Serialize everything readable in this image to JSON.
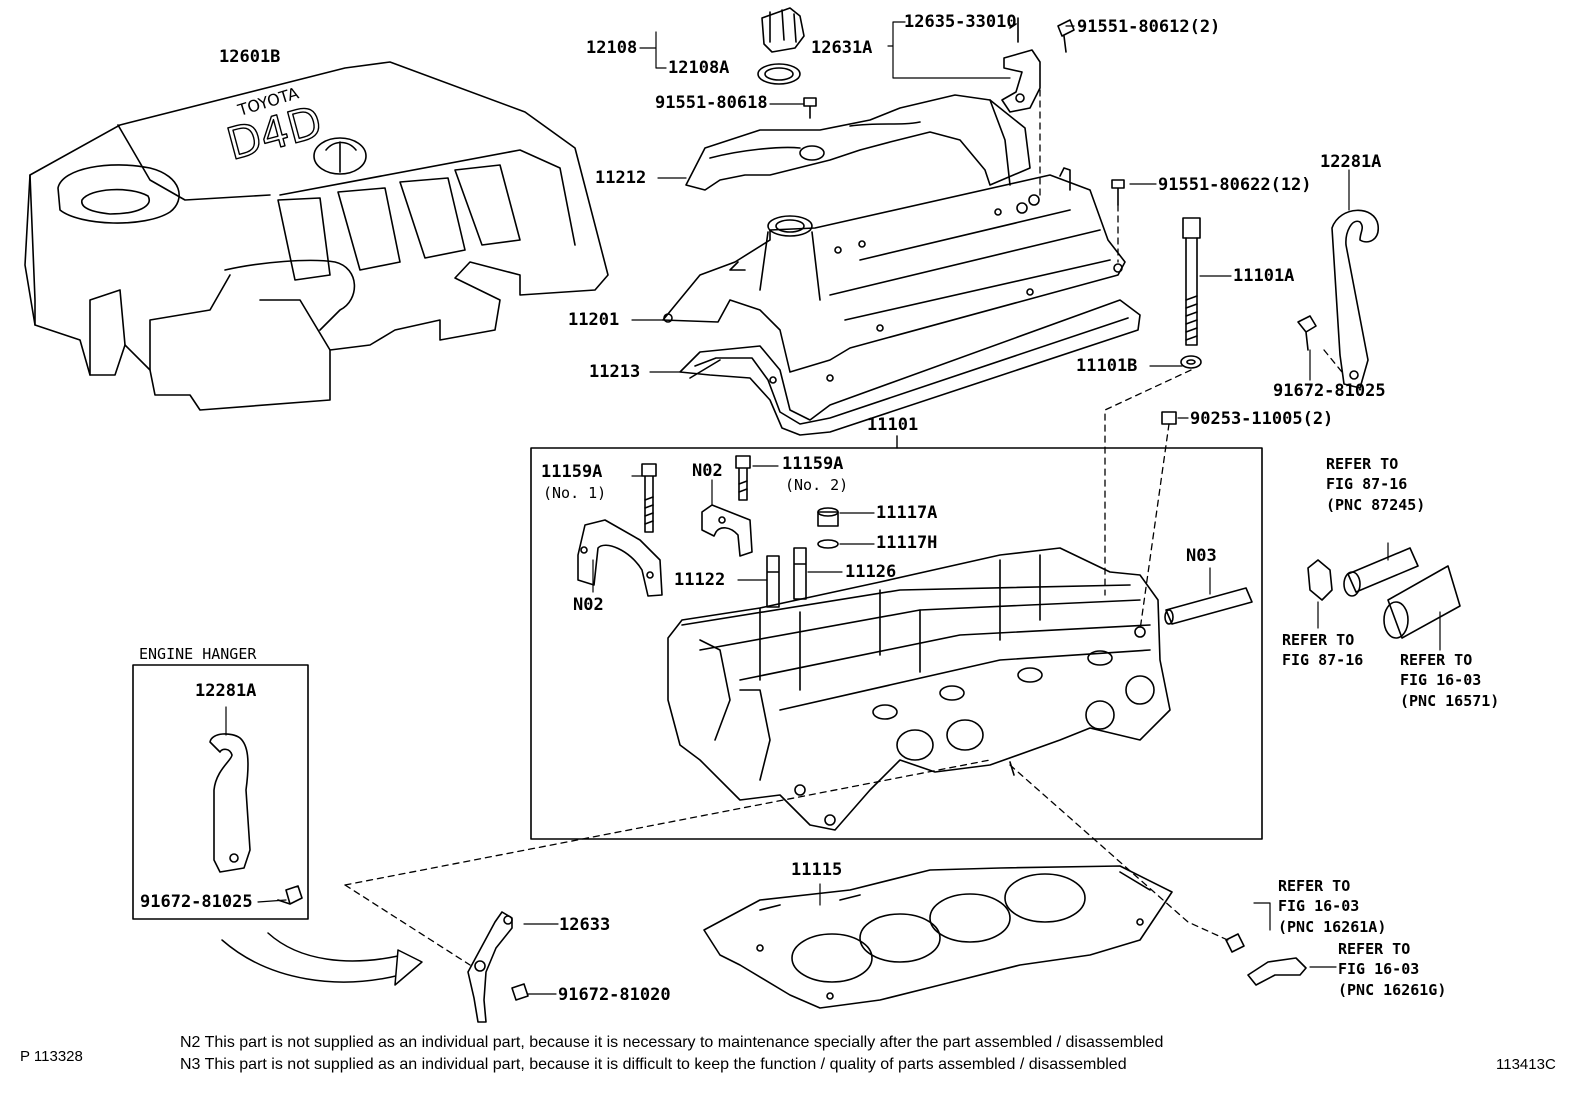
{
  "parts": {
    "p12601B": "12601B",
    "p12108": "12108",
    "p12108A": "12108A",
    "p12631A": "12631A",
    "p12635": "12635-33010",
    "p91551_80612": "91551-80612(2)",
    "p91551_80618": "91551-80618",
    "p11212": "11212",
    "p91551_80622": "91551-80622(12)",
    "p12281A_top": "12281A",
    "p11101A": "11101A",
    "p11201": "11201",
    "p11101B": "11101B",
    "p91672_81025_top": "91672-81025",
    "p11213": "11213",
    "p90253": "90253-11005(2)",
    "p11101": "11101",
    "p11159A_1": "11159A",
    "no1": "(No. 1)",
    "pN02_a": "N02",
    "p11159A_2": "11159A",
    "no2": "(No. 2)",
    "p11117A": "11117A",
    "p11117H": "11117H",
    "p11122": "11122",
    "p11126": "11126",
    "pN02_b": "N02",
    "pN03": "N03",
    "p12281A_box": "12281A",
    "p91672_81025_box": "91672-81025",
    "p11115": "11115",
    "p12633": "12633",
    "p91672_81020": "91672-81020"
  },
  "refs": {
    "r87_16_top": "REFER TO\nFIG 87-16\n(PNC 87245)",
    "r87_16": "REFER TO\nFIG 87-16",
    "r16_03_16571": "REFER TO\nFIG 16-03\n(PNC 16571)",
    "r16_03_16261A": "REFER TO\nFIG 16-03\n(PNC 16261A)",
    "r16_03_16261G": "REFER TO\nFIG 16-03\n(PNC 16261G)"
  },
  "engine_hanger_title": "ENGINE HANGER",
  "cover_text": {
    "brand": "TOYOTA",
    "model": "D4D"
  },
  "footnotes": {
    "n2": "N2  This part is not supplied as an individual part, because it is necessary to maintenance specially after the part assembled / disassembled",
    "n3": "N3  This part is not supplied as an individual part, because it is difficult to keep the function / quality of parts  assembled / disassembled"
  },
  "page_code_left": "P 113328",
  "page_code_right": "113413C"
}
